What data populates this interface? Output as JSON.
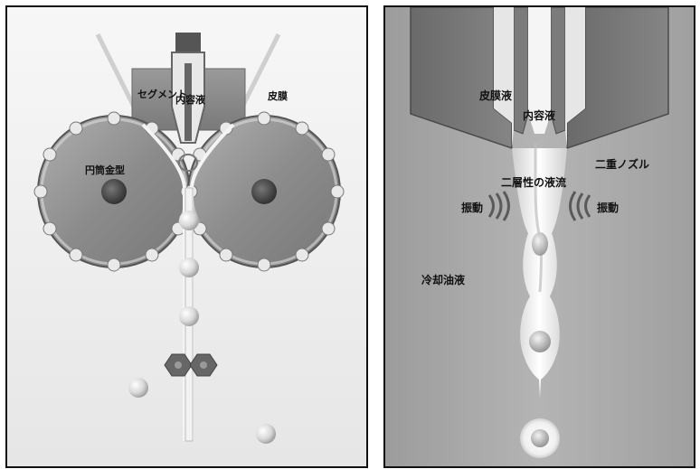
{
  "left_diagram": {
    "labels": {
      "segment": "セグメント",
      "content": "内容液",
      "film": "皮膜",
      "mold": "円筒金型"
    }
  },
  "right_diagram": {
    "labels": {
      "film_liquid": "皮膜液",
      "content_liquid": "内容液",
      "nozzle": "二重ノズル",
      "flow": "二層性の液流",
      "vibration_left": "振動",
      "vibration_right": "振動",
      "cooling_oil": "冷却油液"
    }
  },
  "colors": {
    "background_light": "#f1f1f1",
    "metal_gray": "#8a8a8a",
    "dark_gray": "#555555",
    "liquid_white": "#f6f6f6",
    "oil_gray": "#a7a7a7"
  }
}
